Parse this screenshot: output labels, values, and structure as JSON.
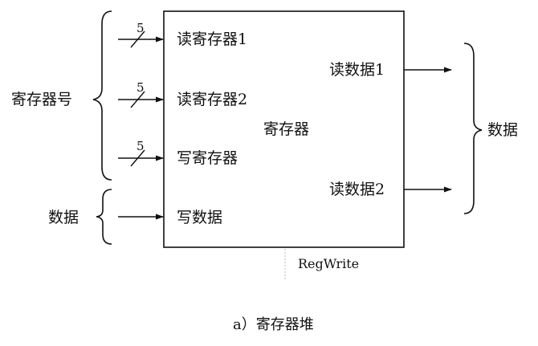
{
  "register_file": {
    "center_label": "寄存器",
    "inputs": [
      {
        "label": "读寄存器1",
        "bus_width": "5"
      },
      {
        "label": "读寄存器2",
        "bus_width": "5"
      },
      {
        "label": "写寄存器",
        "bus_width": "5"
      },
      {
        "label": "写数据"
      }
    ],
    "outputs": [
      {
        "label": "读数据1"
      },
      {
        "label": "读数据2"
      }
    ],
    "control_signal": "RegWrite"
  },
  "left_groups": {
    "register_numbers": "寄存器号",
    "data": "数据"
  },
  "right_group": {
    "data": "数据"
  },
  "caption": "a）寄存器堆"
}
